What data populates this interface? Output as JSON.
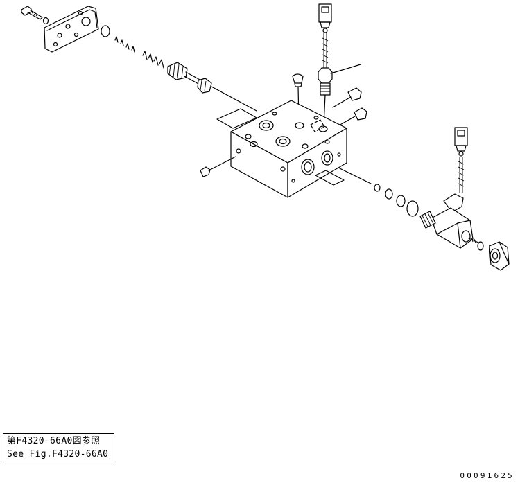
{
  "reference_note": {
    "line_jp": "第F4320-66A0図参照",
    "line_en": "See Fig.F4320-66A0"
  },
  "drawing_number": "00091625"
}
